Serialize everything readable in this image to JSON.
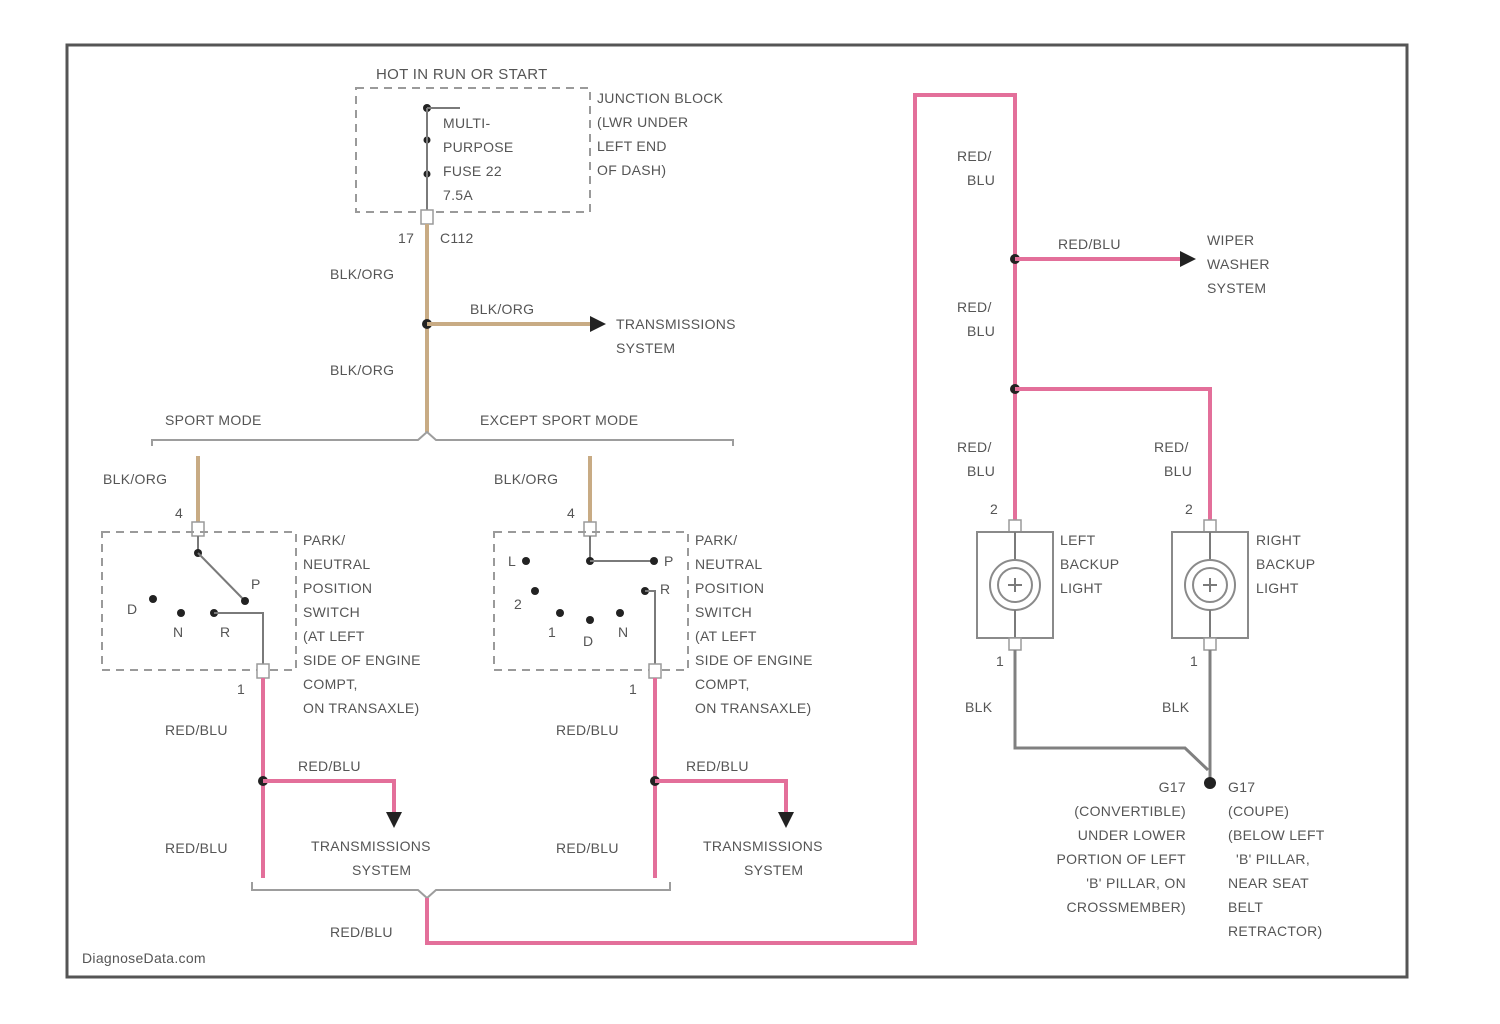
{
  "colors": {
    "frame": "#555555",
    "wire_red_blu": "#e36f9a",
    "wire_blk_org": "#c8ab84",
    "wire_blk": "#808080",
    "text": "#555555"
  },
  "top": {
    "hot_label": "HOT IN RUN OR START",
    "fuse_lines": [
      "MULTI-",
      "PURPOSE",
      "FUSE 22",
      "7.5A"
    ],
    "junction_lines": [
      "JUNCTION BLOCK",
      "(LWR UNDER",
      "LEFT END",
      "OF DASH)"
    ],
    "pin_left": "17",
    "connector": "C112"
  },
  "wires": {
    "blk_org": "BLK/ORG",
    "red_blu": "RED/BLU",
    "red_blu_split": [
      "RED/",
      "BLU"
    ],
    "blk": "BLK"
  },
  "systems": {
    "transmissions": [
      "TRANSMISSIONS",
      "SYSTEM"
    ],
    "wiper": [
      "WIPER",
      "WASHER",
      "SYSTEM"
    ]
  },
  "modes": {
    "sport": "SPORT MODE",
    "except_sport": "EXCEPT SPORT MODE"
  },
  "switch_desc": [
    "PARK/",
    "NEUTRAL",
    "POSITION",
    "SWITCH",
    "(AT LEFT",
    "SIDE OF ENGINE",
    "COMPT,",
    "ON TRANSAXLE)"
  ],
  "switch_sport": {
    "pin_top": "4",
    "pin_bottom": "1",
    "positions": [
      "D",
      "N",
      "R",
      "P"
    ]
  },
  "switch_except": {
    "pin_top": "4",
    "pin_bottom": "1",
    "positions": [
      "L",
      "2",
      "1",
      "D",
      "N",
      "R",
      "P"
    ]
  },
  "lights": {
    "left": [
      "LEFT",
      "BACKUP",
      "LIGHT"
    ],
    "right": [
      "RIGHT",
      "BACKUP",
      "LIGHT"
    ],
    "pin_top": "2",
    "pin_bottom": "1"
  },
  "grounds": {
    "convertible": [
      "G17",
      "(CONVERTIBLE)",
      "UNDER LOWER",
      "PORTION OF LEFT",
      "'B' PILLAR, ON",
      "CROSSMEMBER)"
    ],
    "coupe": [
      "G17",
      "(COUPE)",
      "(BELOW LEFT",
      "'B' PILLAR,",
      "NEAR SEAT",
      "BELT",
      "RETRACTOR)"
    ]
  },
  "watermark": "DiagnoseData.com"
}
